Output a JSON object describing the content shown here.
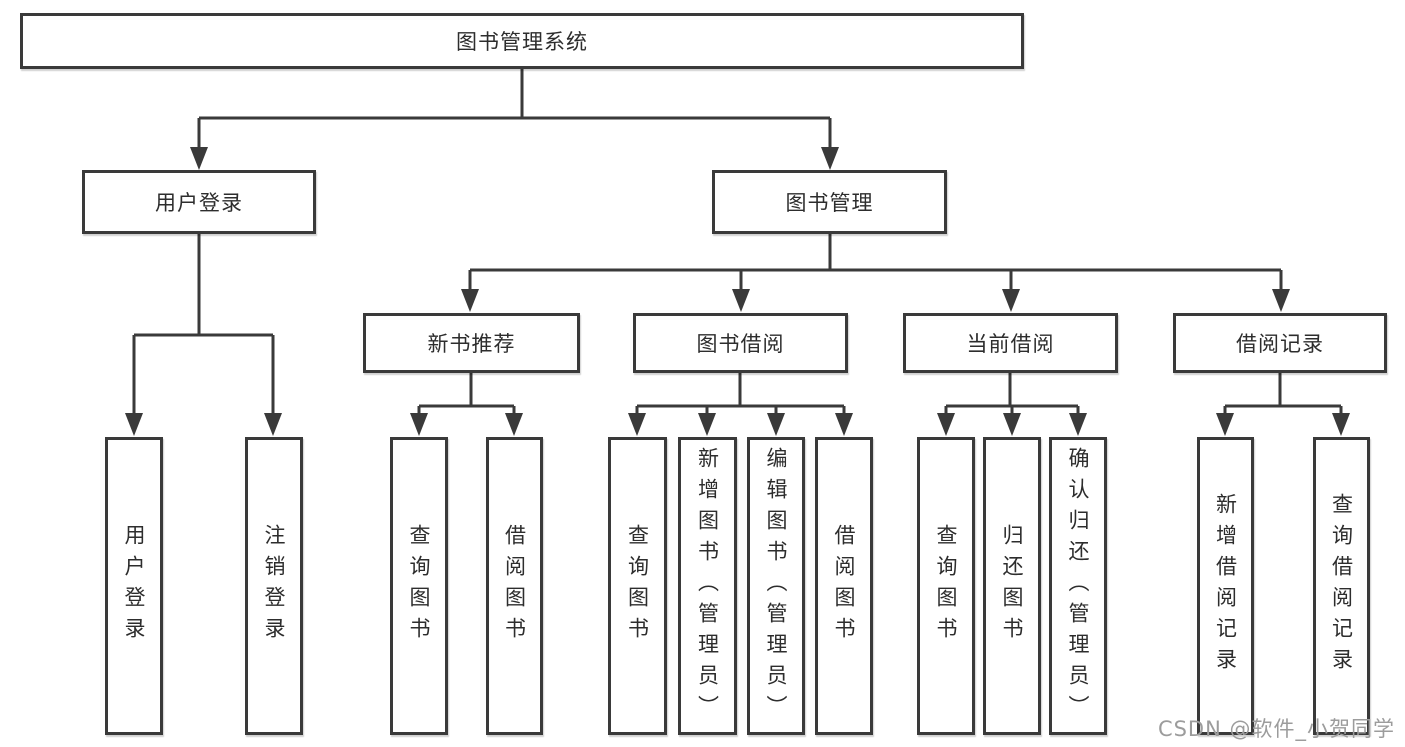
{
  "diagram": {
    "type": "tree",
    "root": {
      "label": "图书管理系统"
    },
    "level2": [
      {
        "label": "用户登录",
        "parent": "图书管理系统"
      },
      {
        "label": "图书管理",
        "parent": "图书管理系统"
      }
    ],
    "level3": [
      {
        "label": "新书推荐",
        "parent": "图书管理"
      },
      {
        "label": "图书借阅",
        "parent": "图书管理"
      },
      {
        "label": "当前借阅",
        "parent": "图书管理"
      },
      {
        "label": "借阅记录",
        "parent": "图书管理"
      }
    ],
    "leaves": [
      {
        "label": "用户登录",
        "parent": "用户登录"
      },
      {
        "label": "注销登录",
        "parent": "用户登录"
      },
      {
        "label": "查询图书",
        "parent": "新书推荐"
      },
      {
        "label": "借阅图书",
        "parent": "新书推荐"
      },
      {
        "label": "查询图书",
        "parent": "图书借阅"
      },
      {
        "label": "新增图书（管理员）",
        "parent": "图书借阅"
      },
      {
        "label": "编辑图书（管理员）",
        "parent": "图书借阅"
      },
      {
        "label": "借阅图书",
        "parent": "图书借阅"
      },
      {
        "label": "查询图书",
        "parent": "当前借阅"
      },
      {
        "label": "归还图书",
        "parent": "当前借阅"
      },
      {
        "label": "确认归还（管理员）",
        "parent": "当前借阅"
      },
      {
        "label": "新增借阅记录",
        "parent": "借阅记录"
      },
      {
        "label": "查询借阅记录",
        "parent": "借阅记录"
      }
    ],
    "watermark": "CSDN @软件_小贺同学",
    "colors": {
      "line": "#3a3a3a",
      "text": "#2d2d2d",
      "watermark": "#9c9c9c",
      "background": "#ffffff"
    }
  }
}
